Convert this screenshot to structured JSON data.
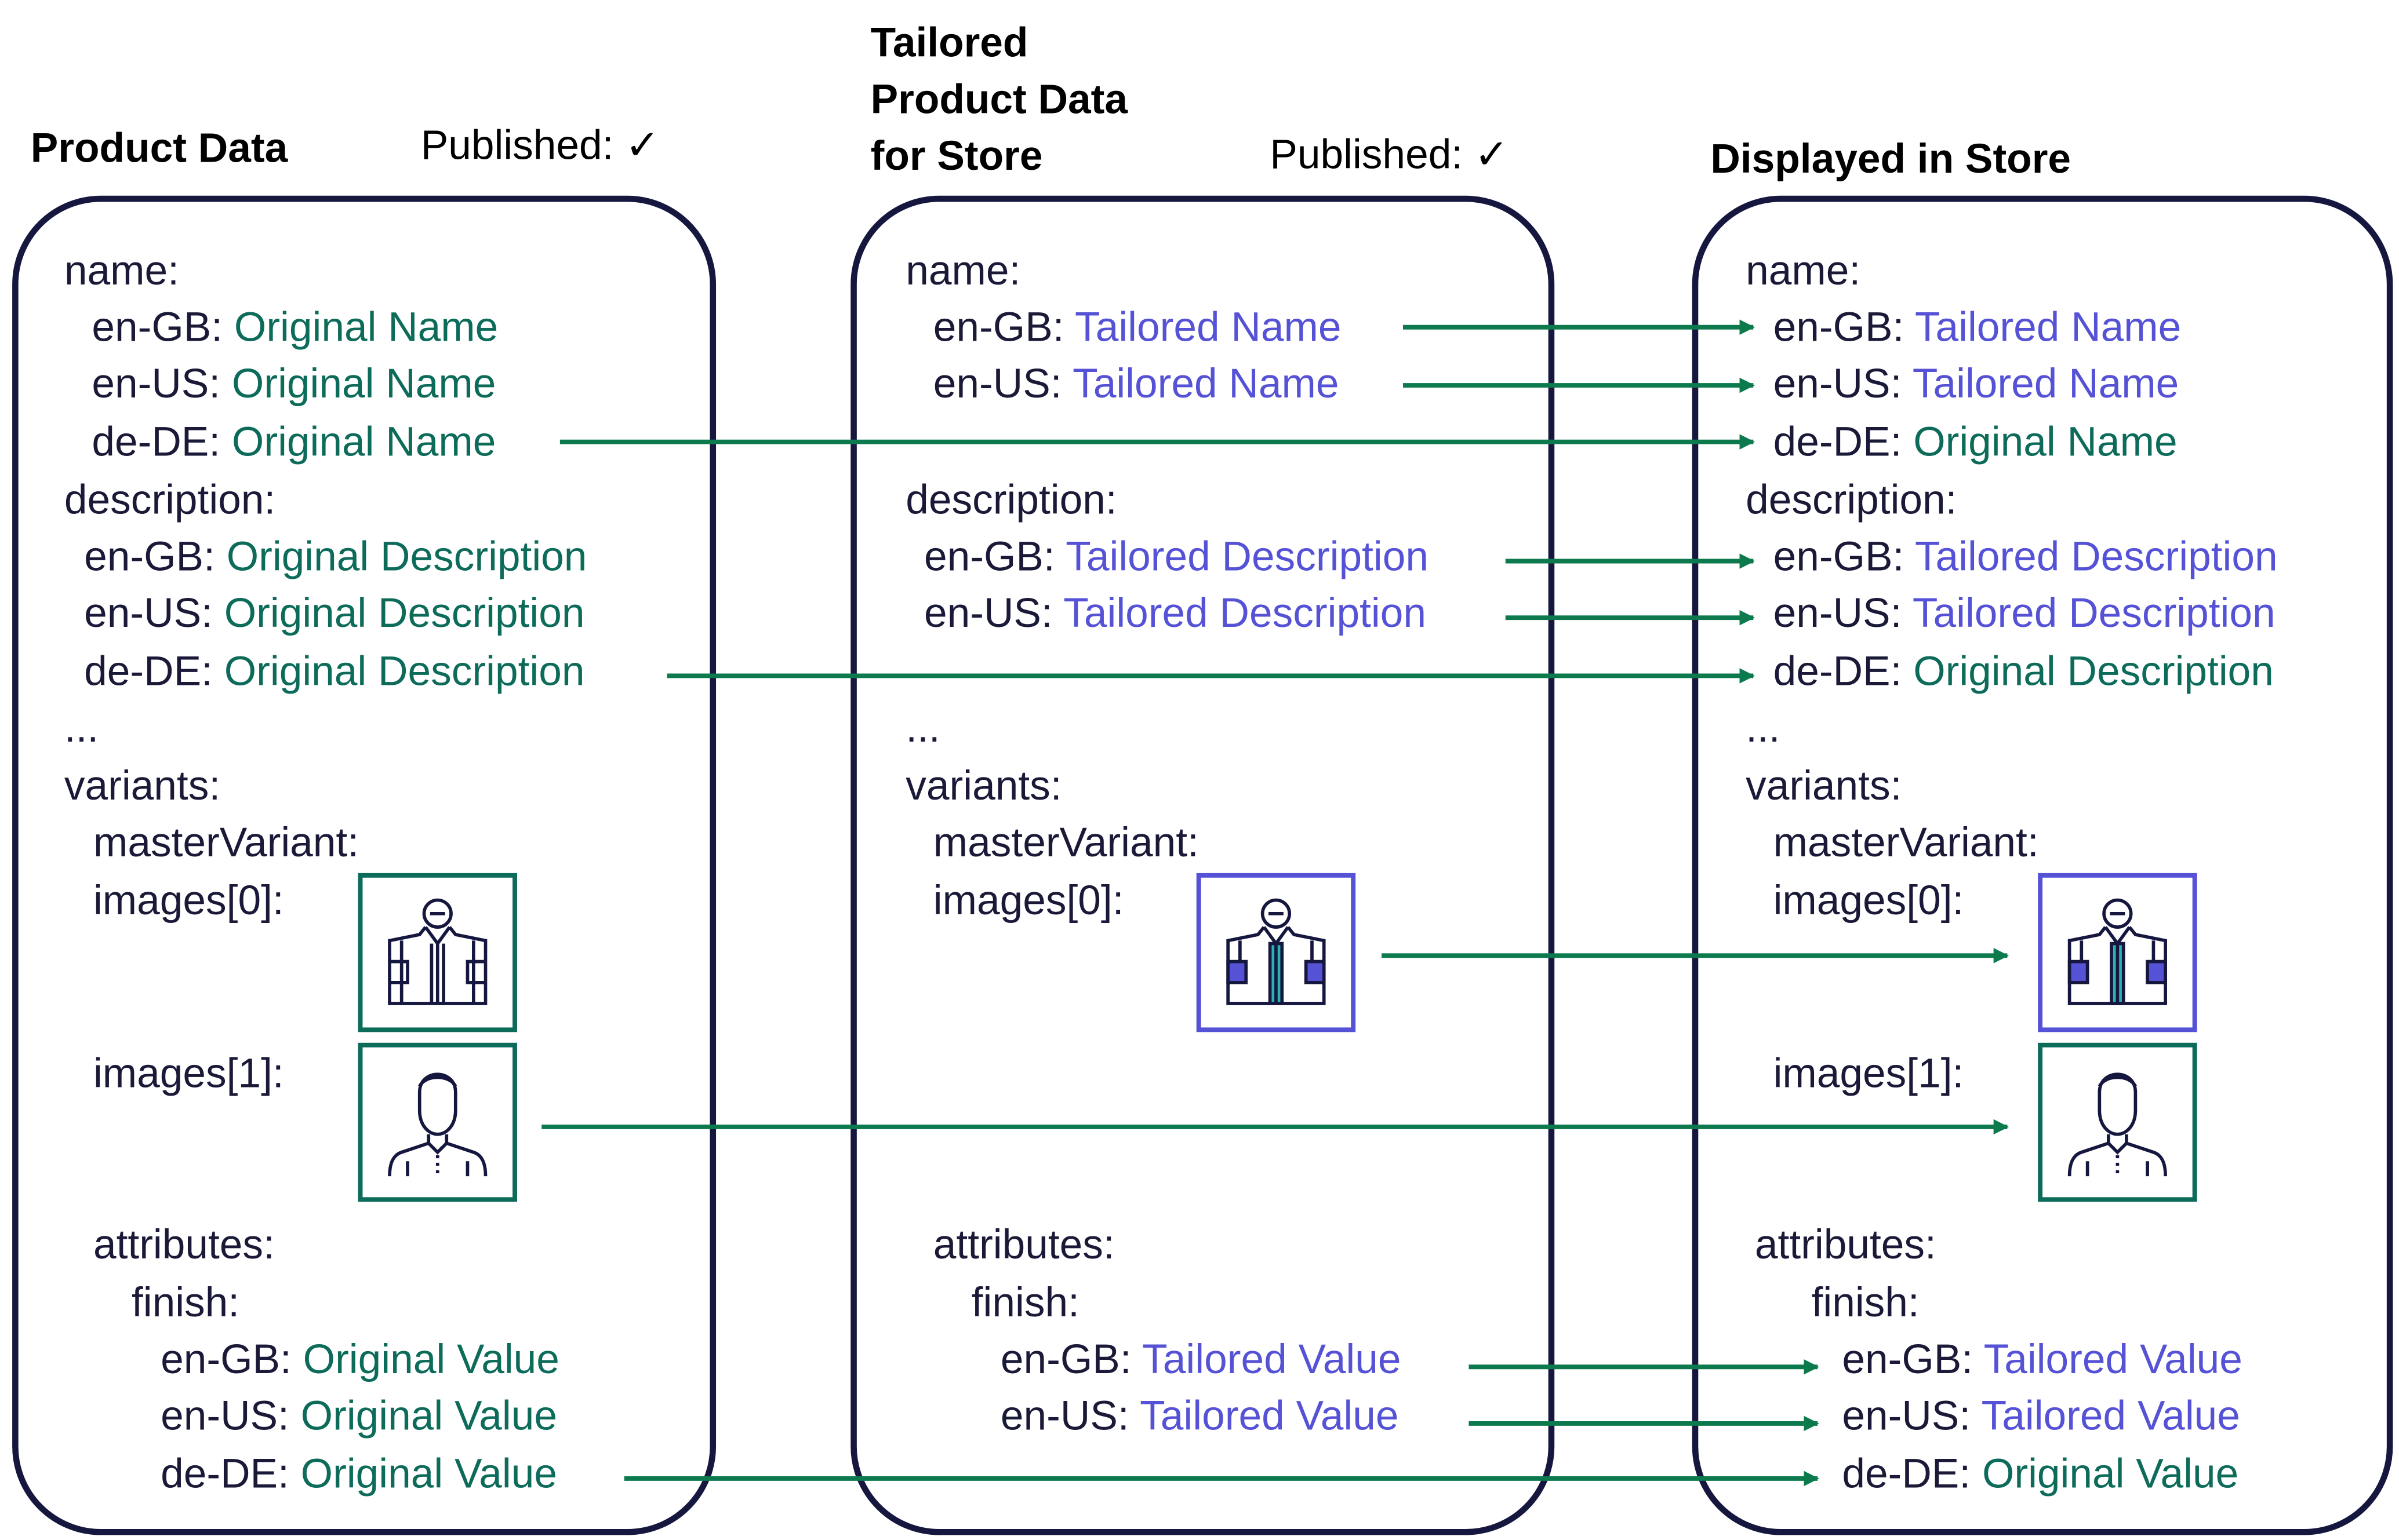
{
  "colors": {
    "ink": "#16173f",
    "original": "#0d6b5a",
    "tailored": "#5552d6",
    "teal": "#2ab3b0",
    "arrow": "#0d7a4e"
  },
  "panels": {
    "product": {
      "title": "Product Data",
      "published": "Published: ✓",
      "lines": {
        "name_key": "name:",
        "name_gb_k": "en-GB: ",
        "name_gb_v": "Original Name",
        "name_us_k": "en-US: ",
        "name_us_v": "Original Name",
        "name_de_k": "de-DE: ",
        "name_de_v": "Original Name",
        "desc_key": "description:",
        "desc_gb_k": "en-GB: ",
        "desc_gb_v": "Original Description",
        "desc_us_k": "en-US: ",
        "desc_us_v": "Original Description",
        "desc_de_k": "de-DE: ",
        "desc_de_v": "Original Description",
        "ellipsis": "...",
        "variants": "variants:",
        "master": "masterVariant:",
        "img0": "images[0]:",
        "img1": "images[1]:",
        "attributes": "attributes:",
        "finish": "finish:",
        "fin_gb_k": "en-GB: ",
        "fin_gb_v": "Original Value",
        "fin_us_k": "en-US: ",
        "fin_us_v": "Original Value",
        "fin_de_k": "de-DE: ",
        "fin_de_v": "Original Value"
      },
      "images": {
        "img0": "jacket-icon",
        "img1": "man-portrait-icon"
      }
    },
    "tailored": {
      "title_line1": "Tailored",
      "title_line2": "Product Data",
      "title_line3": "for Store",
      "published": "Published: ✓",
      "lines": {
        "name_key": "name:",
        "name_gb_k": "en-GB: ",
        "name_gb_v": "Tailored Name",
        "name_us_k": "en-US: ",
        "name_us_v": "Tailored Name",
        "desc_key": "description:",
        "desc_gb_k": "en-GB: ",
        "desc_gb_v": "Tailored Description",
        "desc_us_k": "en-US: ",
        "desc_us_v": "Tailored Description",
        "ellipsis": "...",
        "variants": "variants:",
        "master": "masterVariant:",
        "img0": "images[0]:",
        "attributes": "attributes:",
        "finish": "finish:",
        "fin_gb_k": "en-GB: ",
        "fin_gb_v": "Tailored Value",
        "fin_us_k": "en-US: ",
        "fin_us_v": "Tailored Value"
      },
      "images": {
        "img0": "jacket-tailored-icon"
      }
    },
    "store": {
      "title": "Displayed in Store",
      "lines": {
        "name_key": "name:",
        "name_gb_k": "en-GB: ",
        "name_gb_v": "Tailored Name",
        "name_us_k": "en-US: ",
        "name_us_v": "Tailored Name",
        "name_de_k": "de-DE: ",
        "name_de_v": "Original Name",
        "desc_key": "description:",
        "desc_gb_k": "en-GB: ",
        "desc_gb_v": "Tailored Description",
        "desc_us_k": "en-US: ",
        "desc_us_v": "Tailored Description",
        "desc_de_k": "de-DE: ",
        "desc_de_v": "Original Description",
        "ellipsis": "...",
        "variants": "variants:",
        "master": "masterVariant:",
        "img0": "images[0]:",
        "img1": "images[1]:",
        "attributes": "attributes:",
        "finish": "finish:",
        "fin_gb_k": "en-GB: ",
        "fin_gb_v": "Tailored Value",
        "fin_us_k": "en-US: ",
        "fin_us_v": "Tailored Value",
        "fin_de_k": "de-DE: ",
        "fin_de_v": "Original Value"
      },
      "images": {
        "img0": "jacket-tailored-icon",
        "img1": "man-portrait-icon"
      }
    }
  }
}
